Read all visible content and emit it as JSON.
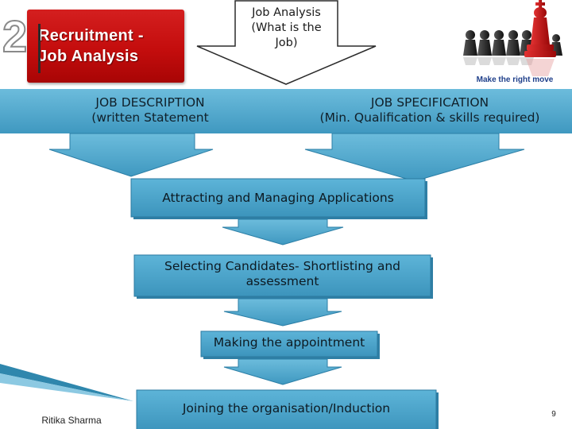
{
  "slide": {
    "number_big": "2",
    "title_line1": "Recruitment -",
    "title_line2": "Job Analysis",
    "logo_tagline": "Make the right move",
    "footer_author": "Ritika Sharma",
    "page_number": "9"
  },
  "flow": {
    "top_box": [
      "Job Analysis",
      "(What is the",
      "Job)"
    ],
    "job_description": [
      "JOB DESCRIPTION",
      "(written Statement"
    ],
    "job_specification": [
      "JOB SPECIFICATION",
      "(Min. Qualification & skills required)"
    ],
    "step_attracting": "Attracting and Managing Applications",
    "step_selecting": [
      "Selecting Candidates- Shortlisting and",
      "assessment"
    ],
    "step_appointment": "Making the appointment",
    "step_joining": "Joining the organisation/Induction"
  },
  "colors": {
    "accent_teal": "#4fa8cc",
    "teal_dark": "#2f87ad",
    "title_red": "#c81414"
  }
}
